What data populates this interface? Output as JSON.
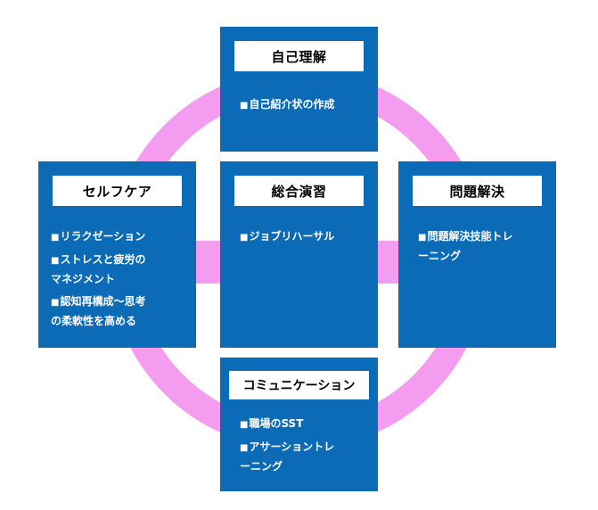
{
  "colors": {
    "ring": "#f39cf0",
    "box": "#0b6bb7",
    "title_bg": "#ffffff",
    "text": "#ffffff"
  },
  "top": {
    "title": "自己理解",
    "items": [
      "自己紹介状の作成"
    ]
  },
  "left": {
    "title": "セルフケア",
    "items": [
      "リラクゼーション",
      "ストレスと疲労の\nマネジメント",
      "認知再構成～思考\nの柔軟性を高める"
    ]
  },
  "center": {
    "title": "総合演習",
    "items": [
      "ジョブリハーサル"
    ]
  },
  "right": {
    "title": "問題解決",
    "items": [
      "問題解決技能トレ\nーニング"
    ]
  },
  "bottom": {
    "title": "コミュニケーション",
    "items": [
      "職場のSST",
      "アサーショントレ\nーニング"
    ]
  }
}
